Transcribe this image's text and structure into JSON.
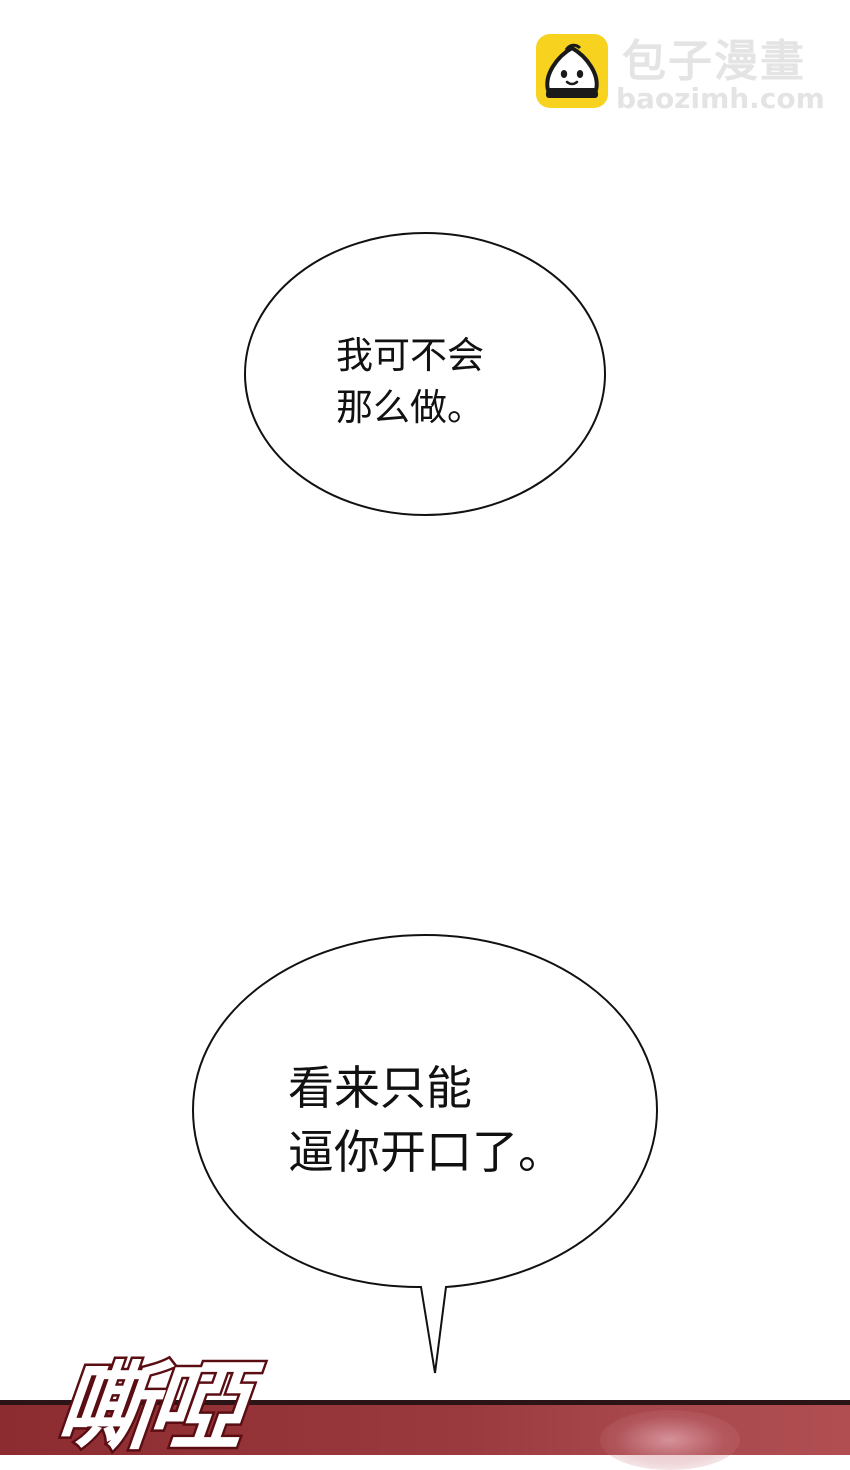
{
  "watermark": {
    "title": "包子漫畫",
    "url": "baozimh.com",
    "logo_icon": "bun-mascot-icon",
    "logo_color": "#f7d21e"
  },
  "bubbles": [
    {
      "lines": [
        "我可不会",
        "那么做。"
      ]
    },
    {
      "lines": [
        "看来只能",
        "逼你开口了。"
      ]
    }
  ],
  "sound_effect": {
    "text": "嘶啞",
    "color": "#ffffff",
    "outline_color": "#5a0d12"
  },
  "colors": {
    "background": "#ffffff",
    "bubble_stroke": "#111111",
    "panel_red": "#9b3a3e"
  }
}
